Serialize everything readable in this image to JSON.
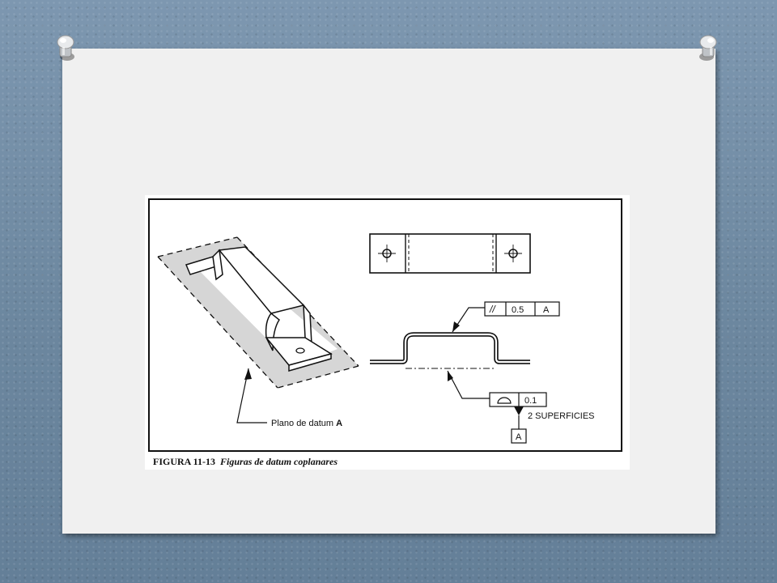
{
  "figure": {
    "caption_number": "FIGURA 11-13",
    "caption_title": "Figuras de datum coplanares",
    "datum_plane_label": "Plano de datum ",
    "datum_plane_letter": "A",
    "parallelism_fcf": {
      "symbol": "//",
      "tolerance": "0.5",
      "datum": "A"
    },
    "profile_fcf": {
      "tolerance": "0.1",
      "note": "2 SUPERFICIES"
    },
    "datum_feature_symbol": "A"
  }
}
